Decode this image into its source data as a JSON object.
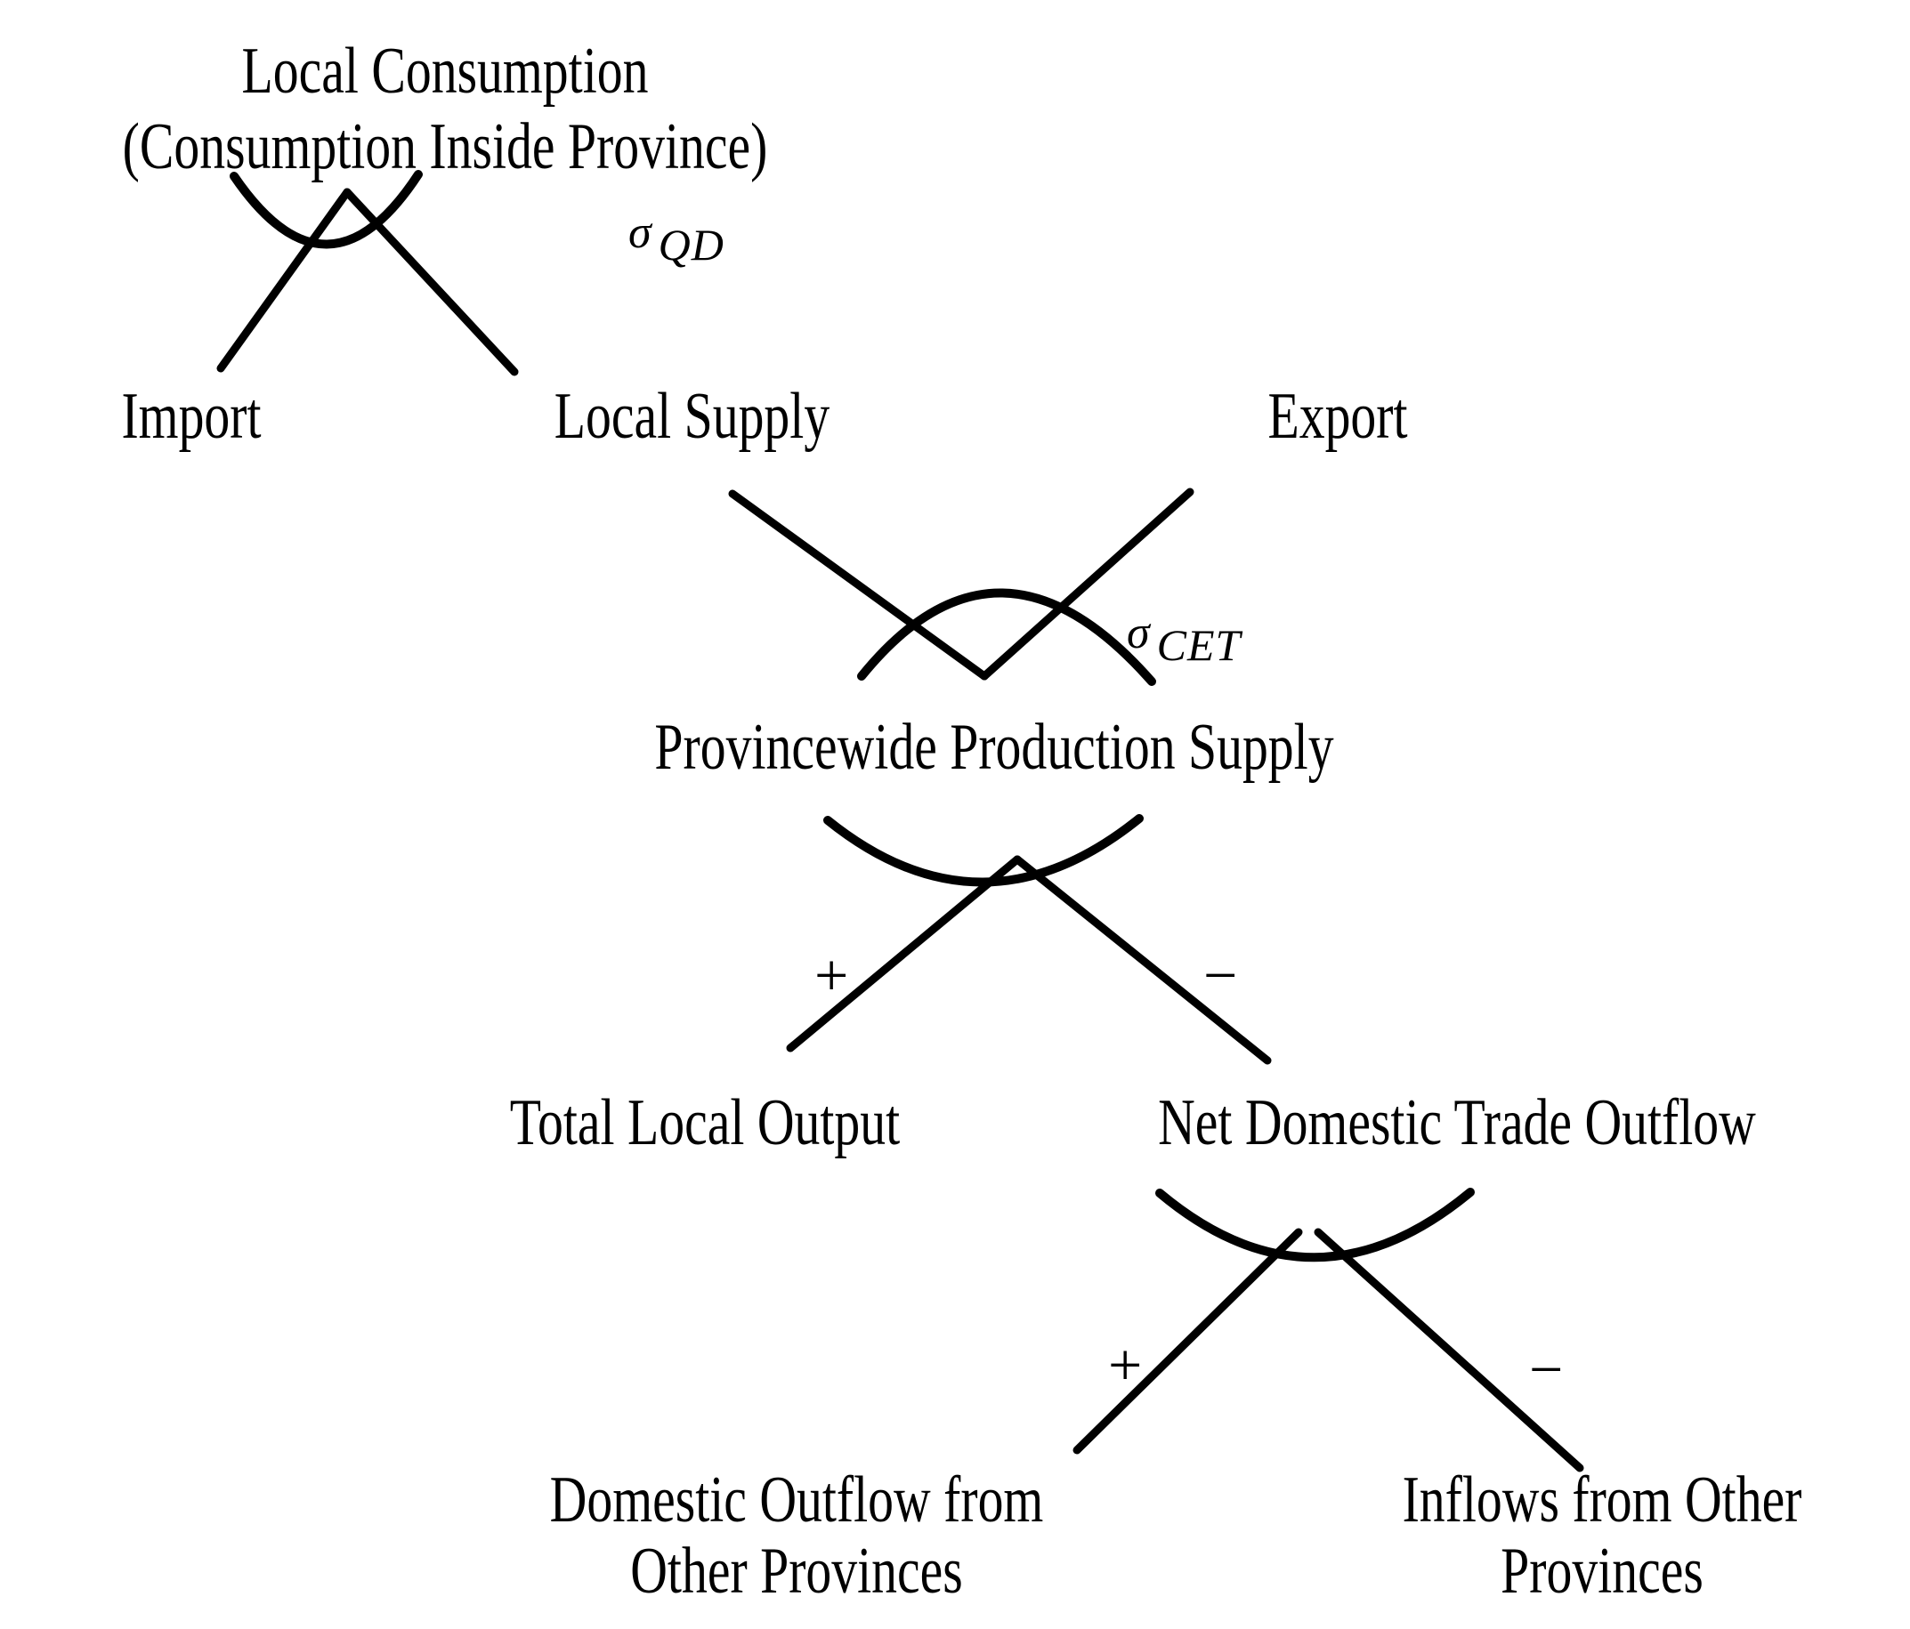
{
  "diagram": {
    "title_text": "Local Consumption\n(Consumption Inside Province)",
    "background_color": "#ffffff",
    "stroke_color": "#000000",
    "levels": [
      {
        "id": "qd",
        "parent_label": "Local Consumption\n(Consumption Inside Province)",
        "elasticity_symbol": "σ",
        "elasticity_subscript": "QD",
        "children": [
          "Import",
          "Local Supply"
        ],
        "nest_type": "CES"
      },
      {
        "id": "cet",
        "parent_label": "Provincewide Production Supply",
        "elasticity_symbol": "σ",
        "elasticity_subscript": "CET",
        "children": [
          "Local Supply",
          "Export"
        ],
        "nest_type": "CET"
      },
      {
        "id": "identity-1",
        "parent_label": "Provincewide Production Supply",
        "children": [
          "Total Local Output",
          "Net Domestic Trade Outflow"
        ],
        "operators": [
          "+",
          "−"
        ],
        "nest_type": "identity"
      },
      {
        "id": "identity-2",
        "parent_label": "Net Domestic Trade Outflow",
        "children": [
          "Domestic Outflow from\nOther Provinces",
          "Inflows from Other\nProvinces"
        ],
        "operators": [
          "+",
          "−"
        ],
        "nest_type": "identity"
      }
    ],
    "nodes": {
      "local_consumption_line1": "Local Consumption",
      "local_consumption_line2": "(Consumption Inside Province)",
      "import": "Import",
      "local_supply": "Local Supply",
      "export": "Export",
      "provincewide_production_supply": "Provincewide Production Supply",
      "total_local_output": "Total Local Output",
      "net_domestic_trade_outflow": "Net Domestic Trade Outflow",
      "domestic_outflow_line1": "Domestic Outflow from",
      "domestic_outflow_line2": "Other Provinces",
      "inflows_line1": "Inflows from Other",
      "inflows_line2": "Provinces"
    },
    "symbols": {
      "sigma_qd_glyph": "σ",
      "sigma_qd_sub": "QD",
      "sigma_cet_glyph": "σ",
      "sigma_cet_sub": "CET",
      "plus_mid": "+",
      "minus_mid": "−",
      "plus_bottom": "+",
      "minus_bottom": "−"
    }
  }
}
